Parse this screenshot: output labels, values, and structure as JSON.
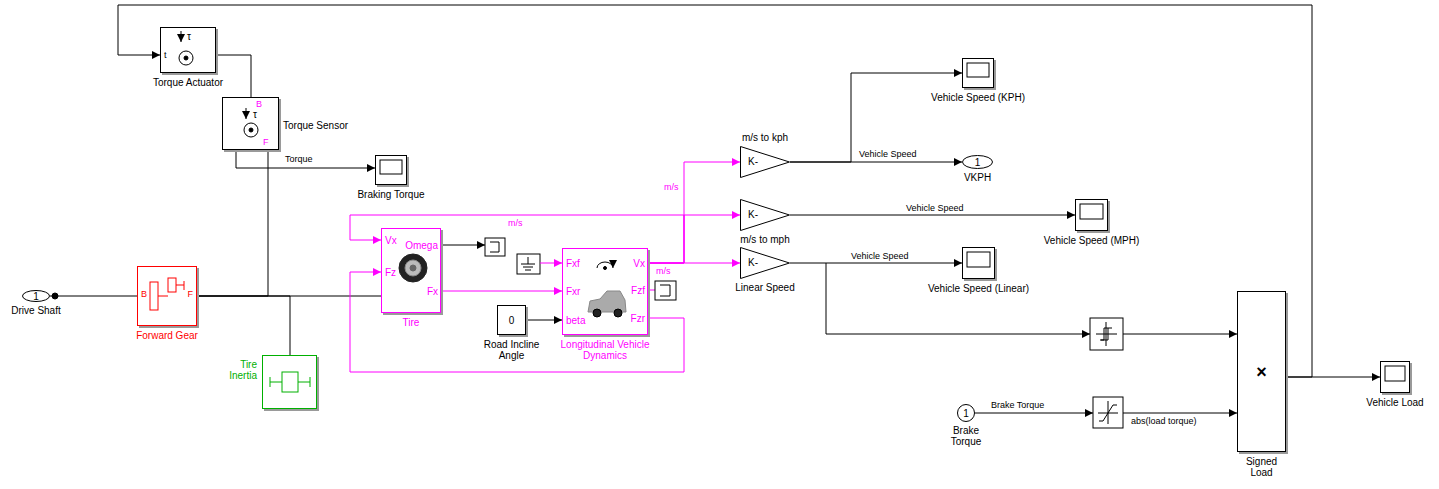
{
  "diagram": {
    "nodes": [
      {
        "text": [
          "Torque Actuator",
          "t",
          "τ"
        ]
      },
      {
        "text": [
          "Torque Sensor",
          "B",
          "F",
          "τ"
        ]
      },
      {
        "text": [
          "Braking Torque"
        ]
      },
      {
        "text": [
          "Vehicle Speed (KPH)"
        ]
      },
      {
        "text": [
          "K-",
          "m/s to kph"
        ]
      },
      {
        "text": [
          "1",
          "VKPH"
        ]
      },
      {
        "text": [
          "K-",
          "m/s to mph"
        ]
      },
      {
        "text": [
          "Vehicle Speed (MPH)"
        ]
      },
      {
        "text": [
          "Tire",
          "Vx",
          "Fz",
          "Omega",
          "Fx"
        ]
      },
      {
        "text": [
          "Longitudinal Vehicle Dynamics",
          "Fxf",
          "Fxr",
          "beta",
          "Vx",
          "Fzf",
          "Fzr"
        ]
      },
      {
        "text": [
          "K-",
          "Linear Speed"
        ]
      },
      {
        "text": [
          "Vehicle Speed (Linear)"
        ]
      },
      {
        "text": [
          "1",
          "Drive Shaft"
        ]
      },
      {
        "text": [
          "Forward Gear",
          "B",
          "F"
        ]
      },
      {
        "text": [
          "0",
          "Road Incline Angle"
        ]
      },
      {
        "text": [
          "Tire Inertia"
        ]
      },
      {
        "text": [
          "×",
          "Signed Load"
        ]
      },
      {
        "text": [
          "1",
          "Brake Torque"
        ]
      },
      {
        "text": [
          "Vehicle Load"
        ]
      }
    ],
    "edges": [
      {
        "from": 16,
        "to": 0,
        "arrow": "to"
      },
      {
        "from": 16,
        "to": 18,
        "arrow": "to"
      },
      {
        "from": 0,
        "to": 1,
        "arrow": "none"
      },
      {
        "from": 1,
        "to": 2,
        "label": "Torque",
        "arrow": "to"
      },
      {
        "from": 12,
        "to": 13,
        "arrow": "none"
      },
      {
        "from": 13,
        "to": 8,
        "arrow": "none"
      },
      {
        "from": 13,
        "to": 1,
        "arrow": "none"
      },
      {
        "from": 13,
        "to": 15,
        "arrow": "none"
      },
      {
        "from": 8,
        "to": 9,
        "arrow": "to"
      },
      {
        "from": 9,
        "to": 8,
        "label": "m/s",
        "arrow": "to"
      },
      {
        "from": 9,
        "to": 8,
        "arrow": "to"
      },
      {
        "from": 9,
        "to": 4,
        "label": "m/s",
        "arrow": "to"
      },
      {
        "from": 9,
        "to": 6,
        "arrow": "to"
      },
      {
        "from": 9,
        "to": 10,
        "label": "m/s",
        "arrow": "to"
      },
      {
        "from": 4,
        "to": 3,
        "arrow": "to"
      },
      {
        "from": 4,
        "to": 5,
        "label": "Vehicle Speed",
        "arrow": "to"
      },
      {
        "from": 6,
        "to": 7,
        "label": "Vehicle Speed",
        "arrow": "to"
      },
      {
        "from": 10,
        "to": 11,
        "label": "Vehicle Speed",
        "arrow": "to"
      },
      {
        "from": 14,
        "to": 9,
        "arrow": "to"
      }
    ],
    "labels": [
      "abs(load torque)",
      "Brake Torque"
    ]
  }
}
